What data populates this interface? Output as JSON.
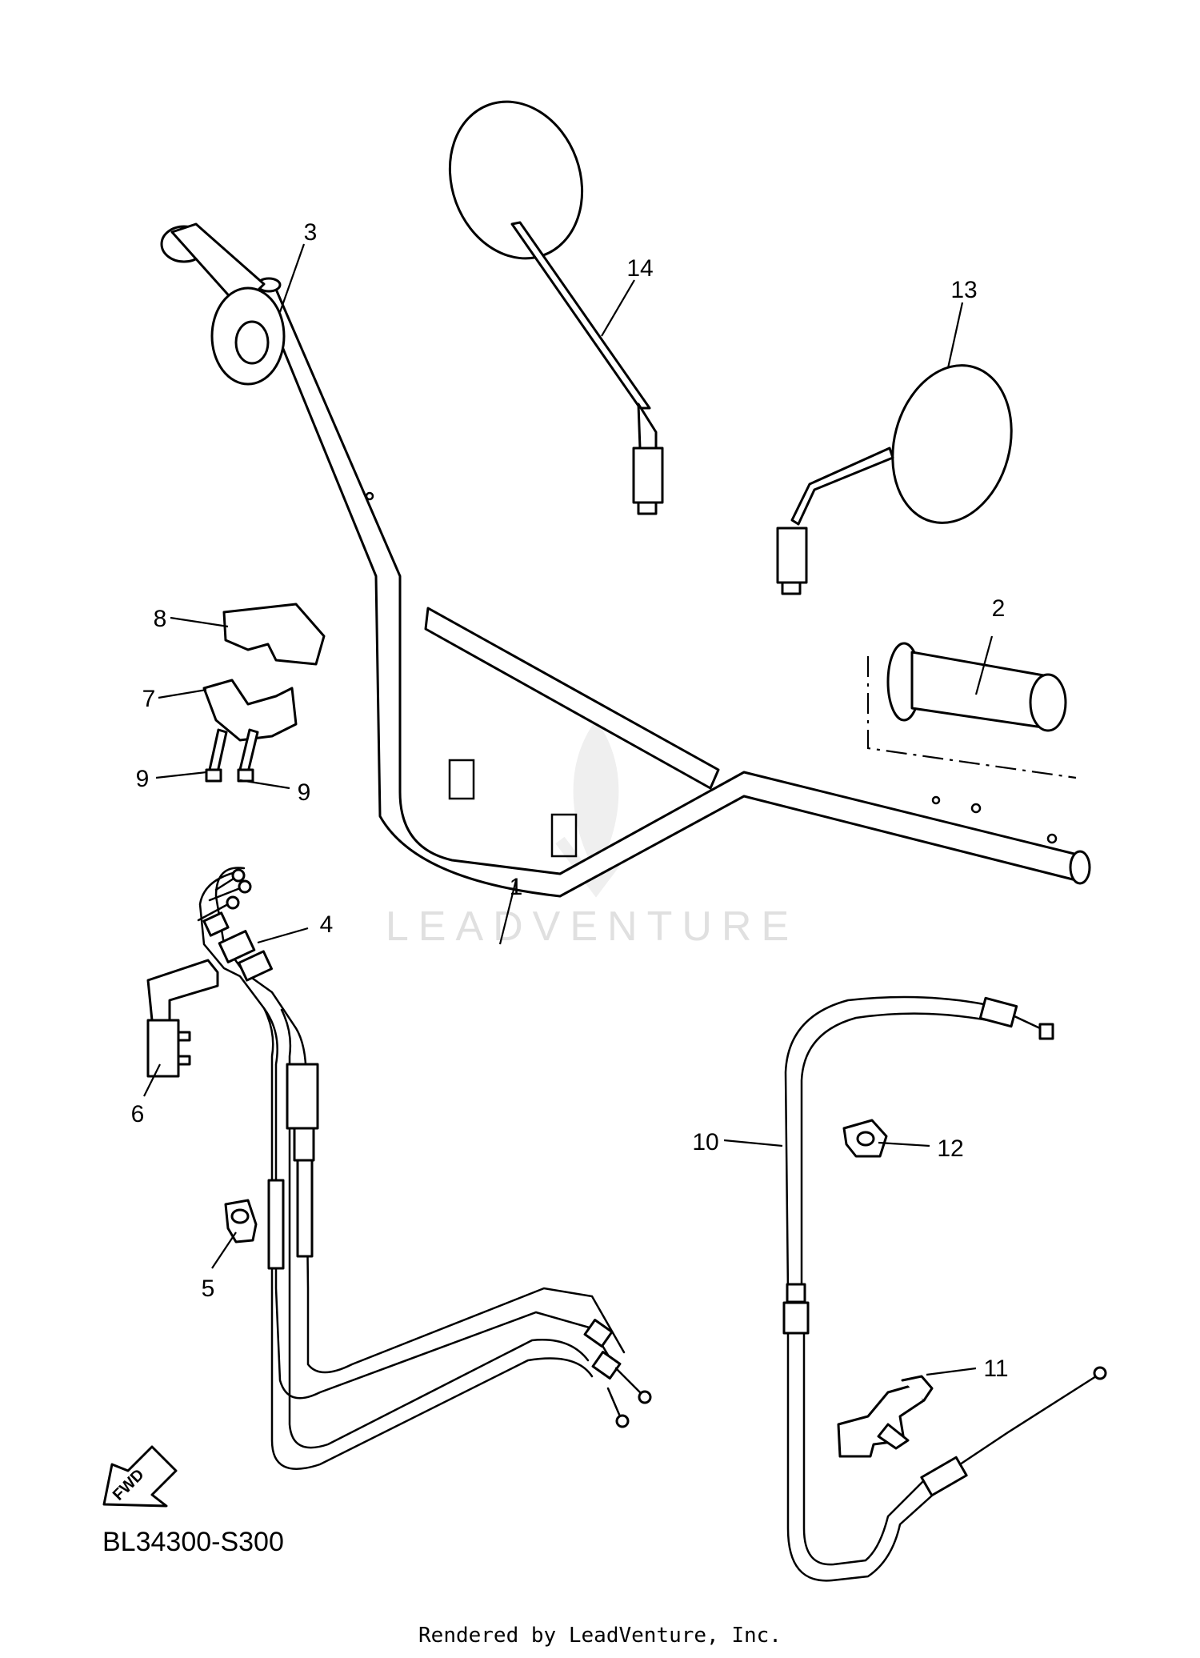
{
  "diagram_code": "BL34300-S300",
  "watermark": "LEADVENTURE",
  "footer": "Rendered by LeadVenture, Inc.",
  "direction_label": "FWD",
  "callouts": [
    {
      "id": "1",
      "label": "1"
    },
    {
      "id": "2",
      "label": "2"
    },
    {
      "id": "3",
      "label": "3"
    },
    {
      "id": "4",
      "label": "4"
    },
    {
      "id": "5",
      "label": "5"
    },
    {
      "id": "6",
      "label": "6"
    },
    {
      "id": "7",
      "label": "7"
    },
    {
      "id": "8",
      "label": "8"
    },
    {
      "id": "9a",
      "label": "9"
    },
    {
      "id": "9b",
      "label": "9"
    },
    {
      "id": "10",
      "label": "10"
    },
    {
      "id": "11",
      "label": "11"
    },
    {
      "id": "12",
      "label": "12"
    },
    {
      "id": "13",
      "label": "13"
    },
    {
      "id": "14",
      "label": "14"
    }
  ],
  "colors": {
    "line": "#000000",
    "background": "#ffffff",
    "watermark": "#e0e0e0"
  }
}
